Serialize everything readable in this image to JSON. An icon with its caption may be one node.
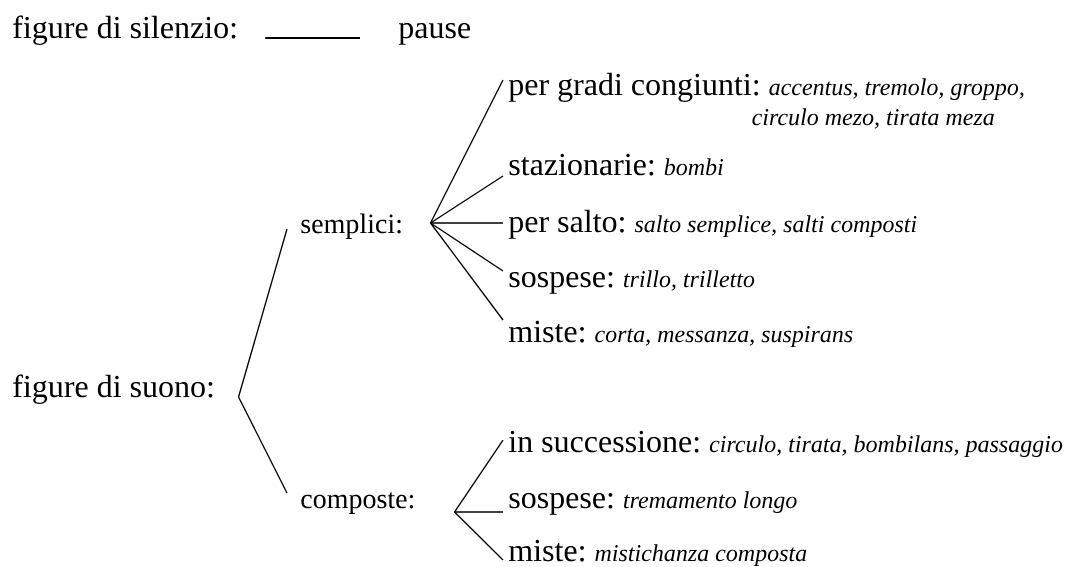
{
  "diagram": {
    "nodes": [
      {
        "text": [
          "figure di silenzio:"
        ]
      },
      {
        "text": [
          "pause"
        ]
      },
      {
        "text": [
          "figure di suono:"
        ]
      },
      {
        "text": [
          "semplici:"
        ]
      },
      {
        "text": [
          "per gradi congiunti:",
          "accentus, tremolo, groppo, circulo mezo, tirata meza"
        ]
      },
      {
        "text": [
          "stazionarie:",
          "bombi"
        ]
      },
      {
        "text": [
          "per salto:",
          "salto semplice, salti composti"
        ]
      },
      {
        "text": [
          "sospese:",
          "trillo, trilletto"
        ]
      },
      {
        "text": [
          "miste:",
          "corta, messanza, suspirans"
        ]
      },
      {
        "text": [
          "composte:"
        ]
      },
      {
        "text": [
          "in successione:",
          "circulo, tirata, bombilans, passaggio"
        ]
      },
      {
        "text": [
          "sospese:",
          "tremamento longo"
        ]
      },
      {
        "text": [
          "miste:",
          "mistichanza composta"
        ]
      }
    ],
    "edges": [
      {
        "from": 0,
        "to": 1,
        "arrow": "none"
      },
      {
        "from": 2,
        "to": 3,
        "arrow": "none"
      },
      {
        "from": 2,
        "to": 9,
        "arrow": "none"
      },
      {
        "from": 3,
        "to": 4,
        "arrow": "none"
      },
      {
        "from": 3,
        "to": 5,
        "arrow": "none"
      },
      {
        "from": 3,
        "to": 6,
        "arrow": "none"
      },
      {
        "from": 3,
        "to": 7,
        "arrow": "none"
      },
      {
        "from": 3,
        "to": 8,
        "arrow": "none"
      },
      {
        "from": 9,
        "to": 10,
        "arrow": "none"
      },
      {
        "from": 9,
        "to": 11,
        "arrow": "none"
      },
      {
        "from": 9,
        "to": 12,
        "arrow": "none"
      }
    ]
  }
}
